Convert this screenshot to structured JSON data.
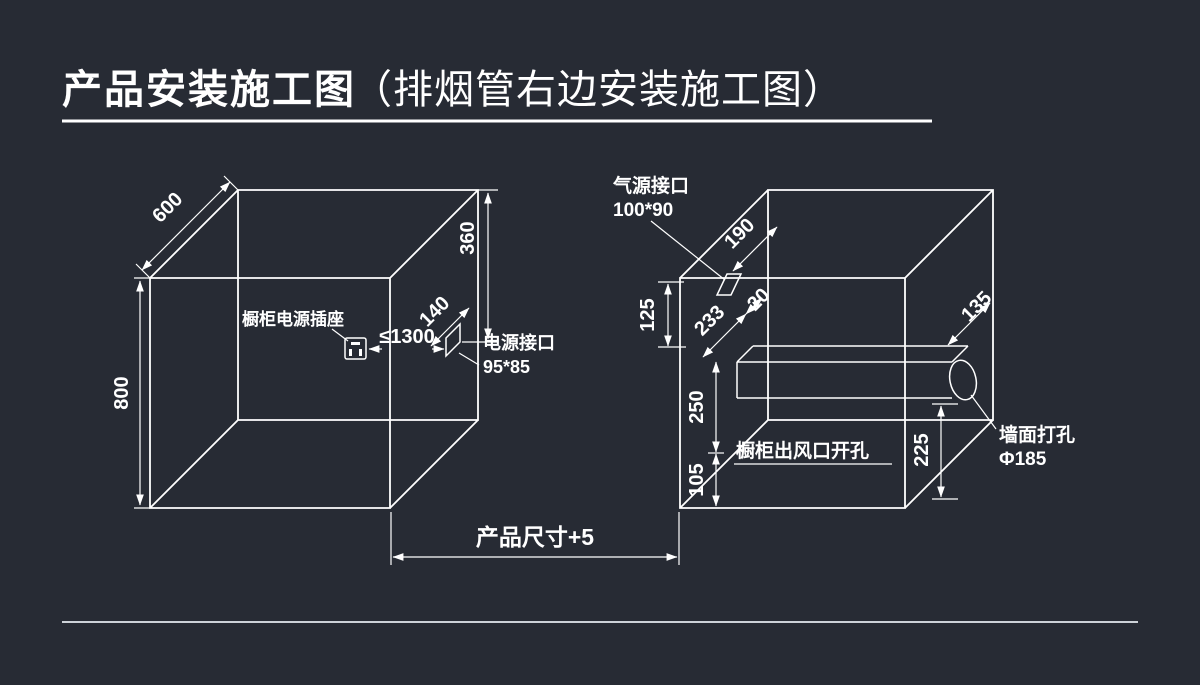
{
  "theme": {
    "background": "#272b34",
    "line": "#ffffff",
    "divider": "#cdd2d8"
  },
  "header": {
    "title_main": "产品安装施工图",
    "title_paren": "（排烟管右边安装施工图）"
  },
  "left_cabinet": {
    "dim_depth": "600",
    "dim_height": "800",
    "dim_top_to_port": "360",
    "dim_port_offset": "140",
    "socket_label": "橱柜电源插座",
    "distance_label": "≤1300",
    "power_port_line1": "电源接口",
    "power_port_line2": "95*85"
  },
  "right_cabinet": {
    "gas_port_line1": "气源接口",
    "gas_port_line2": "100*90",
    "dim_gas_port_depth": "190",
    "dim_side_top": "125",
    "dim_duct_depth": "233",
    "dim_duct_clearance": "20",
    "dim_outlet_height": "250",
    "dim_outlet_to_bottom": "105",
    "outlet_label": "橱柜出风口开孔",
    "dim_hole_edge": "135",
    "dim_hole_to_bottom": "225",
    "wall_hole_line1": "墙面打孔",
    "wall_hole_line2": "Φ185"
  },
  "footer": {
    "product_size_label": "产品尺寸+5"
  }
}
